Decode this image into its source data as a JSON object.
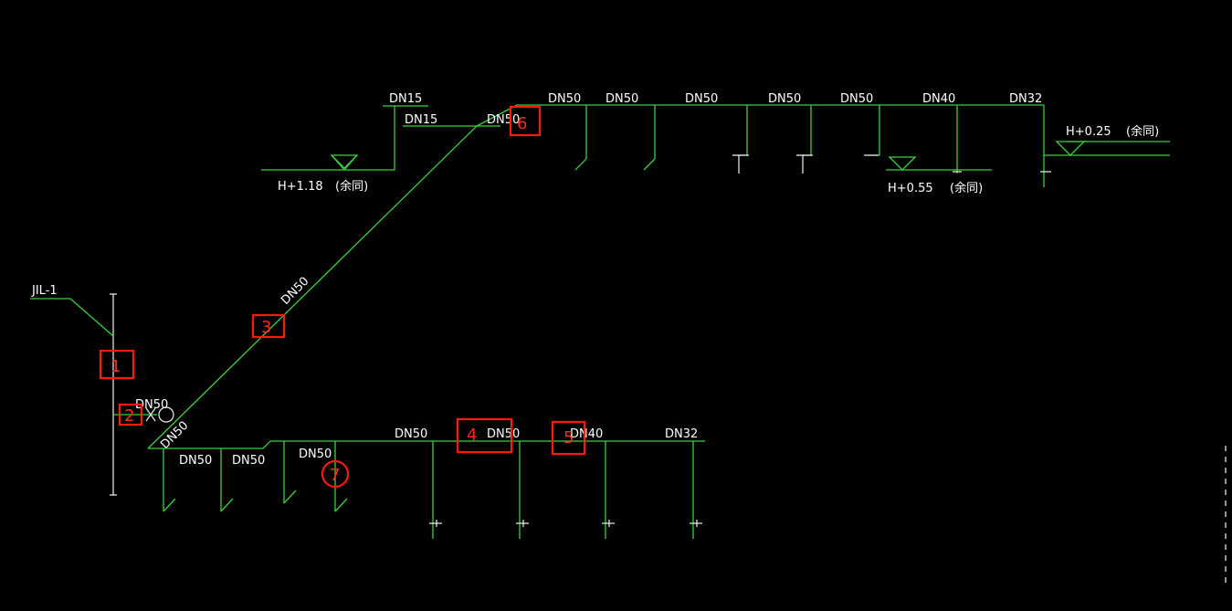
{
  "diagram": {
    "riser_label": "JIL-1",
    "lower_main": {
      "riser_size": "DN50",
      "start_size": "DN50",
      "seg_a": "DN50",
      "seg_b": "DN50",
      "seg_c": "DN50",
      "seg_d": "DN50",
      "seg_e": "DN50",
      "seg_f": "DN40",
      "seg_g": "DN32"
    },
    "diagonal_size": "DN50",
    "upper_main": {
      "branch_top": "DN15",
      "branch_mid": "DN15",
      "joint": "DN50",
      "seg_1": "DN50",
      "seg_2": "DN50",
      "seg_3": "DN50",
      "seg_4": "DN50",
      "seg_5": "DN50",
      "seg_6": "DN40",
      "seg_7": "DN32"
    },
    "elevations": {
      "left": "H+1.18",
      "left_note": "(余同)",
      "middle": "H+0.55",
      "middle_note": "(余同)",
      "right": "H+0.25",
      "right_note": "(余同)"
    },
    "markers": [
      "1",
      "2",
      "3",
      "4",
      "5",
      "6",
      "7"
    ],
    "colors": {
      "pipe": "#39d13a",
      "text": "#ffffff",
      "marker": "#ff1a0a",
      "background": "#000000"
    }
  }
}
